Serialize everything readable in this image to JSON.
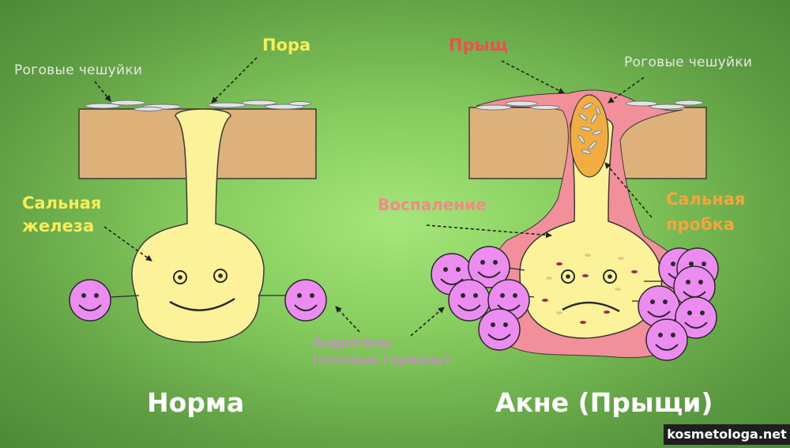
{
  "left": {
    "scales_label": "Роговые чешуйки",
    "pore_label": "Пора",
    "gland_label_line1": "Сальная",
    "gland_label_line2": "железа",
    "title": "Норма"
  },
  "right": {
    "pimple_label": "Прыщ",
    "scales_label": "Роговые чешуйки",
    "inflammation_label": "Воспаление",
    "plug_label_line1": "Сальная",
    "plug_label_line2": "пробка",
    "title": "Акне (Прыщи)"
  },
  "androgens": {
    "line1": "Андрогены",
    "line2": "(половые гормоны)"
  },
  "watermark": "kosmetologa.net",
  "colors": {
    "skin": "#deb07a",
    "gland": "#fbf29a",
    "inflammation": "#f1909a",
    "plug": "#f1ad3f",
    "hormone": "#ec8cf0",
    "title": "#ffffff",
    "pore_label": "#f8ec5a",
    "pimple_label": "#f04e4e",
    "plug_label": "#f6a53a"
  }
}
